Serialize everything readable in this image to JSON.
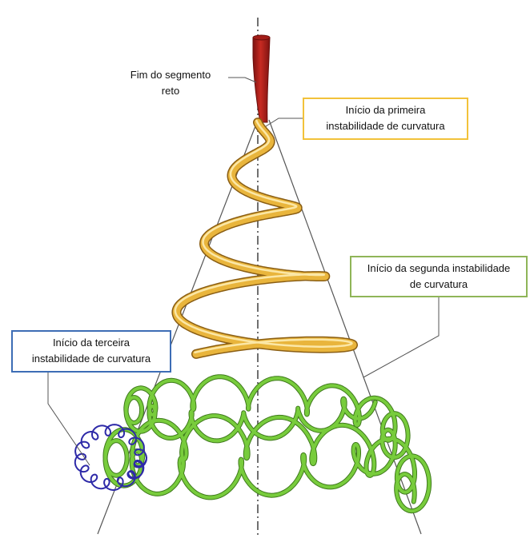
{
  "labels": {
    "end_straight_line1": "Fim do segmento",
    "end_straight_line2": "reto",
    "first_line1": "Início da primeira",
    "first_line2": "instabilidade de curvatura",
    "second_line1": "Início da segunda instabilidade",
    "second_line2": "de curvatura",
    "third_line1": "Início da terceira",
    "third_line2": "instabilidade de curvatura"
  },
  "colors": {
    "straight_segment": "#b3201c",
    "first_instability": "#e9b53c",
    "second_instability": "#78cc3c",
    "third_instability": "#2e2aa8",
    "first_box_border": "#f2c23a",
    "second_box_border": "#8fb558",
    "third_box_border": "#3d6db5"
  }
}
